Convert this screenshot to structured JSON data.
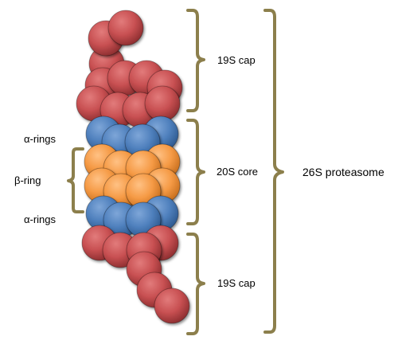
{
  "labels": {
    "alpha_rings_top": "α-rings",
    "beta_ring": "β-ring",
    "alpha_rings_bottom": "α-rings",
    "cap_top": "19S cap",
    "core": "20S core",
    "cap_bottom": "19S cap",
    "proteasome": "26S proteasome"
  },
  "colors": {
    "cap": "#c85052",
    "alpha_ring": "#4f80bd",
    "beta_ring": "#f59a45",
    "bracket": "#8c7f4c",
    "text": "#000000"
  }
}
